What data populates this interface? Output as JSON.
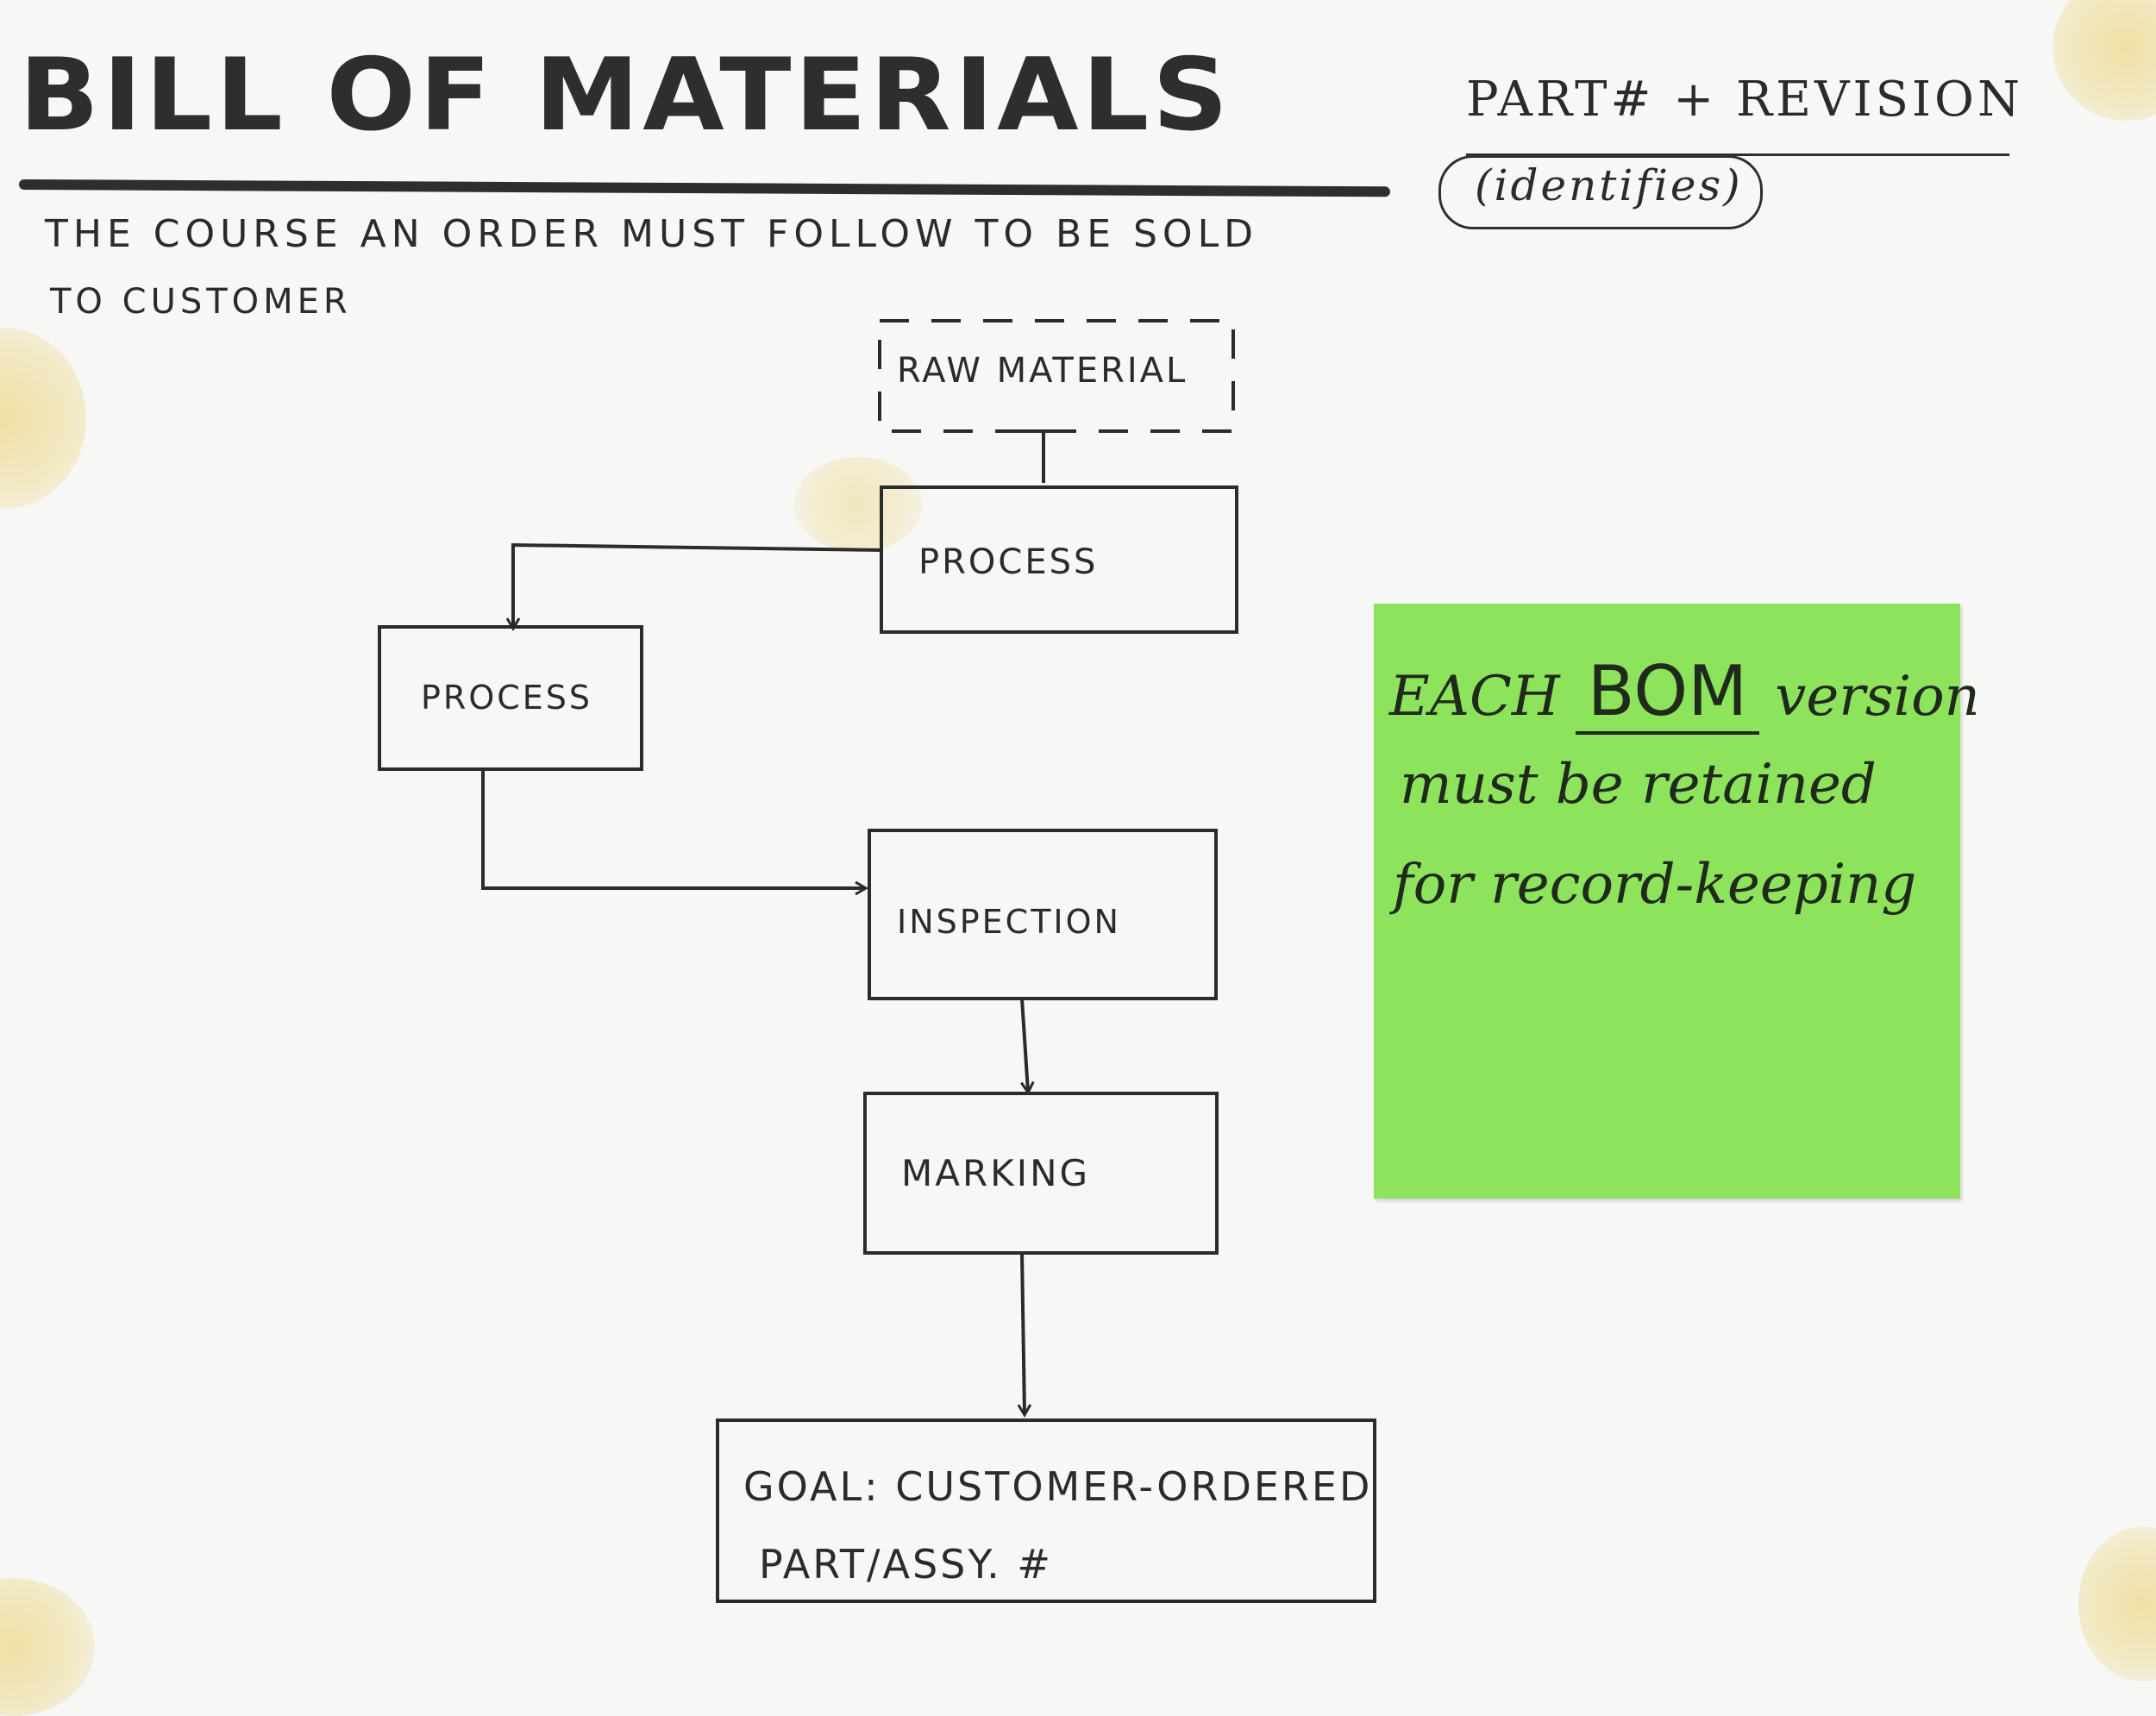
{
  "title": "BILL OF MATERIALS",
  "subtitle": {
    "line1": "THE COURSE AN ORDER MUST FOLLOW TO BE SOLD",
    "line2": "TO CUSTOMER"
  },
  "annotation": {
    "part_revision": "PART# + REVISION",
    "identifies": "(identifies)"
  },
  "flow": {
    "raw_material": "RAW MATERIAL",
    "process_1": "PROCESS",
    "process_2": "PROCESS",
    "inspection": "INSPECTION",
    "marking": "MARKING",
    "goal_line1": "GOAL: CUSTOMER-ORDERED",
    "goal_line2": "PART/ASSY. #"
  },
  "sticky_note": {
    "color": "#8ee35d",
    "line1_pre": "EACH",
    "line1_bom": "BOM",
    "line1_post": "version",
    "line2": "must be retained",
    "line3": "for record-keeping"
  }
}
